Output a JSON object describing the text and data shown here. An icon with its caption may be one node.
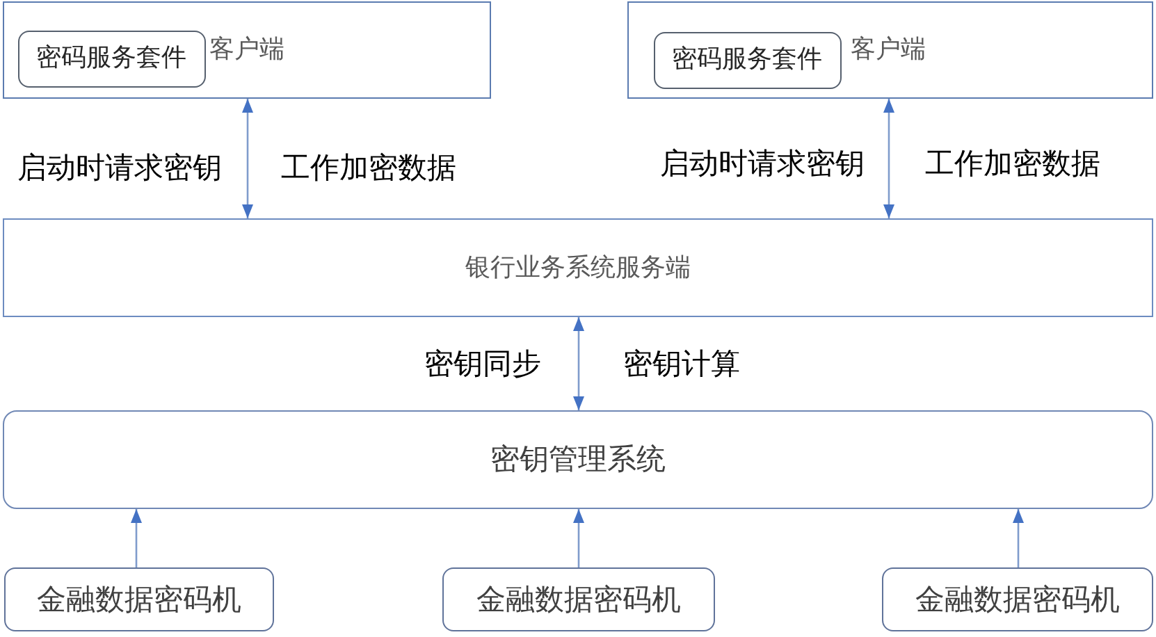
{
  "diagram": {
    "nodes": [
      {
        "text": [
          "客户端"
        ]
      },
      {
        "text": [
          "密码服务套件"
        ],
        "in": 0
      },
      {
        "text": [
          "客户端"
        ]
      },
      {
        "text": [
          "密码服务套件"
        ],
        "in": 2
      },
      {
        "text": [
          "银行业务系统服务端"
        ]
      },
      {
        "text": [
          "密钥管理系统"
        ]
      },
      {
        "text": [
          "金融数据密码机"
        ]
      },
      {
        "text": [
          "金融数据密码机"
        ]
      },
      {
        "text": [
          "金融数据密码机"
        ]
      }
    ],
    "edges": [
      {
        "from": 0,
        "to": 4,
        "arrow": "both"
      },
      {
        "from": 2,
        "to": 4,
        "arrow": "both"
      },
      {
        "from": 4,
        "to": 5,
        "arrow": "both"
      },
      {
        "from": 6,
        "to": 5,
        "arrow": "to"
      },
      {
        "from": 7,
        "to": 5,
        "arrow": "to"
      },
      {
        "from": 8,
        "to": 5,
        "arrow": "to"
      }
    ],
    "labels": [
      "启动时请求密钥",
      "工作加密数据",
      "启动时请求密钥",
      "工作加密数据",
      "密钥同步",
      "密钥计算"
    ]
  }
}
